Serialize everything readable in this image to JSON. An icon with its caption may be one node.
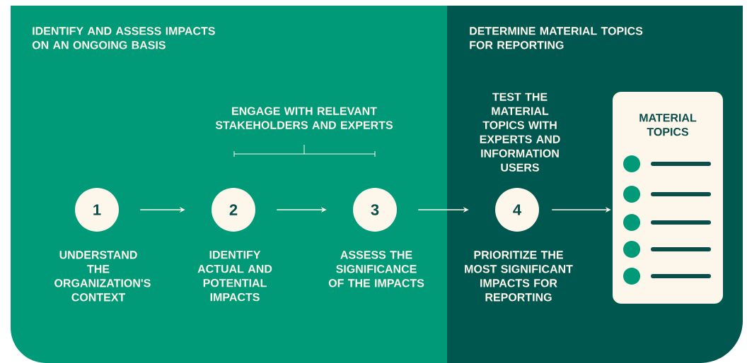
{
  "diagram": {
    "nodes": [
      {
        "text": [
          "IDENTIFY AND ASSESS IMPACTS ON AN ONGOING BASIS"
        ]
      },
      {
        "text": [
          "DETERMINE MATERIAL TOPICS FOR REPORTING"
        ]
      },
      {
        "text": [
          "1"
        ],
        "beside": [
          "UNDERSTAND THE ORGANIZATION'S CONTEXT"
        ],
        "in": 0
      },
      {
        "text": [
          "2"
        ],
        "beside": [
          "IDENTIFY ACTUAL AND POTENTIAL IMPACTS"
        ],
        "in": 0
      },
      {
        "text": [
          "3"
        ],
        "beside": [
          "ASSESS THE SIGNIFICANCE OF THE IMPACTS"
        ],
        "in": 0
      },
      {
        "text": [
          "4"
        ],
        "beside": [
          "TEST THE MATERIAL TOPICS WITH EXPERTS AND INFORMATION USERS",
          "PRIORITIZE THE MOST SIGNIFICANT IMPACTS FOR REPORTING"
        ],
        "in": 1
      },
      {
        "text": [
          "MATERIAL TOPICS"
        ],
        "in": 1
      }
    ],
    "edges": [
      {
        "from": 2,
        "to": 3,
        "arrow": "to"
      },
      {
        "from": 3,
        "to": 4,
        "arrow": "to"
      },
      {
        "from": 4,
        "to": 5,
        "arrow": "to"
      },
      {
        "from": 5,
        "to": 6,
        "arrow": "to"
      }
    ],
    "labels": [
      "ENGAGE WITH RELEVANT STAKEHOLDERS AND EXPERTS"
    ]
  }
}
